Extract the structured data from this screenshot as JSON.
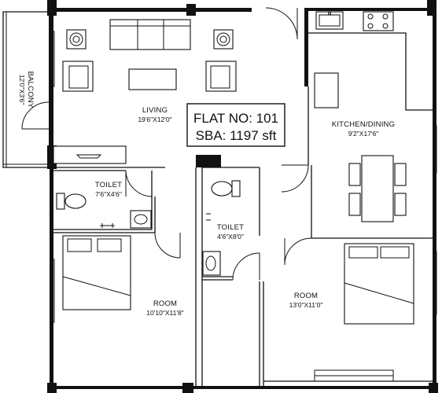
{
  "flat": {
    "number_label": "FLAT NO: 101",
    "area_label": "SBA: 1197 sft"
  },
  "rooms": {
    "living": {
      "name": "LIVING",
      "size": "19'6\"X12'0\""
    },
    "kitchen": {
      "name": "KITCHEN/DINING",
      "size": "9'2\"X17'6\""
    },
    "balcony": {
      "name": "BALCONY",
      "size": "12'0\"X3'6\""
    },
    "toilet_1": {
      "name": "TOILET",
      "size": "7'6\"X4'6\""
    },
    "toilet_2": {
      "name": "TOILET",
      "size": "4'6\"X8'0\""
    },
    "room_1": {
      "name": "ROOM",
      "size": "10'10\"X11'8\""
    },
    "room_2": {
      "name": "ROOM",
      "size": "13'0\"X11'0\""
    }
  }
}
